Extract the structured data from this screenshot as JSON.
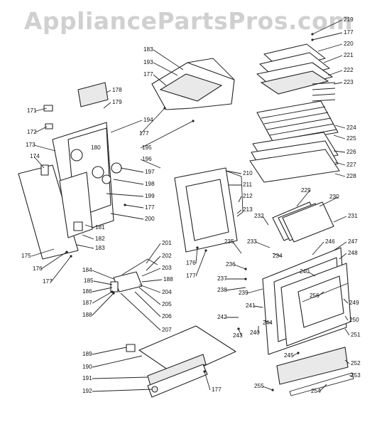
{
  "watermark": {
    "text": "AppliancePartsPros.com"
  },
  "callouts": [
    {
      "id": "c219",
      "label": "219"
    },
    {
      "id": "c177a",
      "label": "177"
    },
    {
      "id": "c220",
      "label": "220"
    },
    {
      "id": "c221",
      "label": "221"
    },
    {
      "id": "c222",
      "label": "222"
    },
    {
      "id": "c223",
      "label": "223"
    },
    {
      "id": "c224",
      "label": "224"
    },
    {
      "id": "c225",
      "label": "225"
    },
    {
      "id": "c226",
      "label": "226"
    },
    {
      "id": "c227",
      "label": "227"
    },
    {
      "id": "c228",
      "label": "228"
    },
    {
      "id": "c183a",
      "label": "183"
    },
    {
      "id": "c193",
      "label": "193"
    },
    {
      "id": "c177b",
      "label": "177"
    },
    {
      "id": "c178",
      "label": "178"
    },
    {
      "id": "c179",
      "label": "179"
    },
    {
      "id": "c194",
      "label": "194"
    },
    {
      "id": "c171",
      "label": "171"
    },
    {
      "id": "c172",
      "label": "172"
    },
    {
      "id": "c177c",
      "label": "177"
    },
    {
      "id": "c195",
      "label": "195"
    },
    {
      "id": "c173",
      "label": "173"
    },
    {
      "id": "c180",
      "label": "180"
    },
    {
      "id": "c196",
      "label": "196"
    },
    {
      "id": "c174",
      "label": "174"
    },
    {
      "id": "c197",
      "label": "197"
    },
    {
      "id": "c198",
      "label": "198"
    },
    {
      "id": "c199",
      "label": "199"
    },
    {
      "id": "c177d",
      "label": "177"
    },
    {
      "id": "c200",
      "label": "200"
    },
    {
      "id": "c181",
      "label": "181"
    },
    {
      "id": "c182",
      "label": "182"
    },
    {
      "id": "c183b",
      "label": "183"
    },
    {
      "id": "c175",
      "label": "175"
    },
    {
      "id": "c176a",
      "label": "176"
    },
    {
      "id": "c177e",
      "label": "177"
    },
    {
      "id": "c210",
      "label": "210"
    },
    {
      "id": "c211",
      "label": "211"
    },
    {
      "id": "c212",
      "label": "212"
    },
    {
      "id": "c213",
      "label": "213"
    },
    {
      "id": "c176b",
      "label": "176"
    },
    {
      "id": "c177f",
      "label": "177"
    },
    {
      "id": "c229",
      "label": "229"
    },
    {
      "id": "c230",
      "label": "230"
    },
    {
      "id": "c231",
      "label": "231"
    },
    {
      "id": "c232",
      "label": "232"
    },
    {
      "id": "c233",
      "label": "233"
    },
    {
      "id": "c234",
      "label": "234"
    },
    {
      "id": "c235",
      "label": "235"
    },
    {
      "id": "c236",
      "label": "236"
    },
    {
      "id": "c246",
      "label": "246"
    },
    {
      "id": "c247",
      "label": "247"
    },
    {
      "id": "c248",
      "label": "248"
    },
    {
      "id": "c237",
      "label": "237"
    },
    {
      "id": "c238",
      "label": "238"
    },
    {
      "id": "c239",
      "label": "239"
    },
    {
      "id": "c240a",
      "label": "240"
    },
    {
      "id": "c256",
      "label": "256"
    },
    {
      "id": "c249",
      "label": "249"
    },
    {
      "id": "c241",
      "label": "241"
    },
    {
      "id": "c242",
      "label": "242"
    },
    {
      "id": "c250",
      "label": "250"
    },
    {
      "id": "c244",
      "label": "244"
    },
    {
      "id": "c240b",
      "label": "240"
    },
    {
      "id": "c243",
      "label": "243"
    },
    {
      "id": "c251",
      "label": "251"
    },
    {
      "id": "c245",
      "label": "245"
    },
    {
      "id": "c252",
      "label": "252"
    },
    {
      "id": "c253",
      "label": "253"
    },
    {
      "id": "c255",
      "label": "255"
    },
    {
      "id": "c254",
      "label": "254"
    },
    {
      "id": "c201",
      "label": "201"
    },
    {
      "id": "c202",
      "label": "202"
    },
    {
      "id": "c203",
      "label": "203"
    },
    {
      "id": "c184",
      "label": "184"
    },
    {
      "id": "c185",
      "label": "185"
    },
    {
      "id": "c188a",
      "label": "188"
    },
    {
      "id": "c186",
      "label": "186"
    },
    {
      "id": "c204",
      "label": "204"
    },
    {
      "id": "c187",
      "label": "187"
    },
    {
      "id": "c205",
      "label": "205"
    },
    {
      "id": "c188b",
      "label": "188"
    },
    {
      "id": "c206",
      "label": "206"
    },
    {
      "id": "c207",
      "label": "207"
    },
    {
      "id": "c189",
      "label": "189"
    },
    {
      "id": "c190",
      "label": "190"
    },
    {
      "id": "c191",
      "label": "191"
    },
    {
      "id": "c192",
      "label": "192"
    },
    {
      "id": "c177g",
      "label": "177"
    }
  ]
}
